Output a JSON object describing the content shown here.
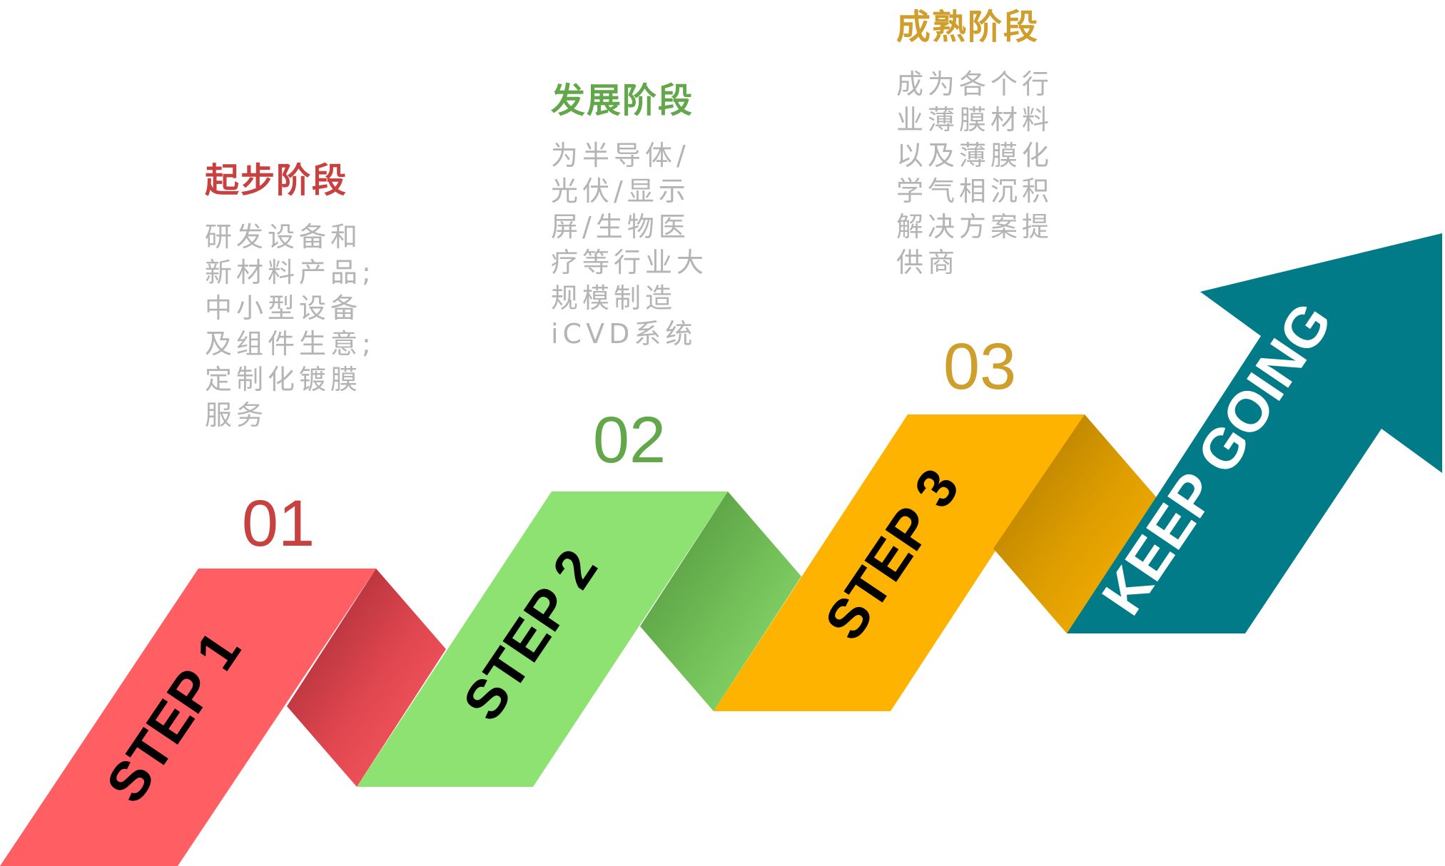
{
  "colors": {
    "stage1": "#ff5e63",
    "stage1_title": "#c8403f",
    "stage2": "#8ee272",
    "stage2_title": "#62a74a",
    "stage3": "#fdb300",
    "stage3_title": "#cf9e2b",
    "arrow": "#007b87",
    "description": "#b4b4b4"
  },
  "stages": [
    {
      "number": "01",
      "title": "起步阶段",
      "step_label": "STEP 1",
      "description": "研发设备和\n新材料产品;\n中小型设备\n及组件生意;\n定制化镀膜\n服务"
    },
    {
      "number": "02",
      "title": "发展阶段",
      "step_label": "STEP 2",
      "description": "为半导体/\n光伏/显示\n屏/生物医\n疗等行业大\n规模制造\niCVD系统"
    },
    {
      "number": "03",
      "title": "成熟阶段",
      "step_label": "STEP 3",
      "description": "成为各个行\n业薄膜材料\n以及薄膜化\n学气相沉积\n解决方案提\n供商"
    }
  ],
  "arrow": {
    "label": "KEEP GOING"
  }
}
